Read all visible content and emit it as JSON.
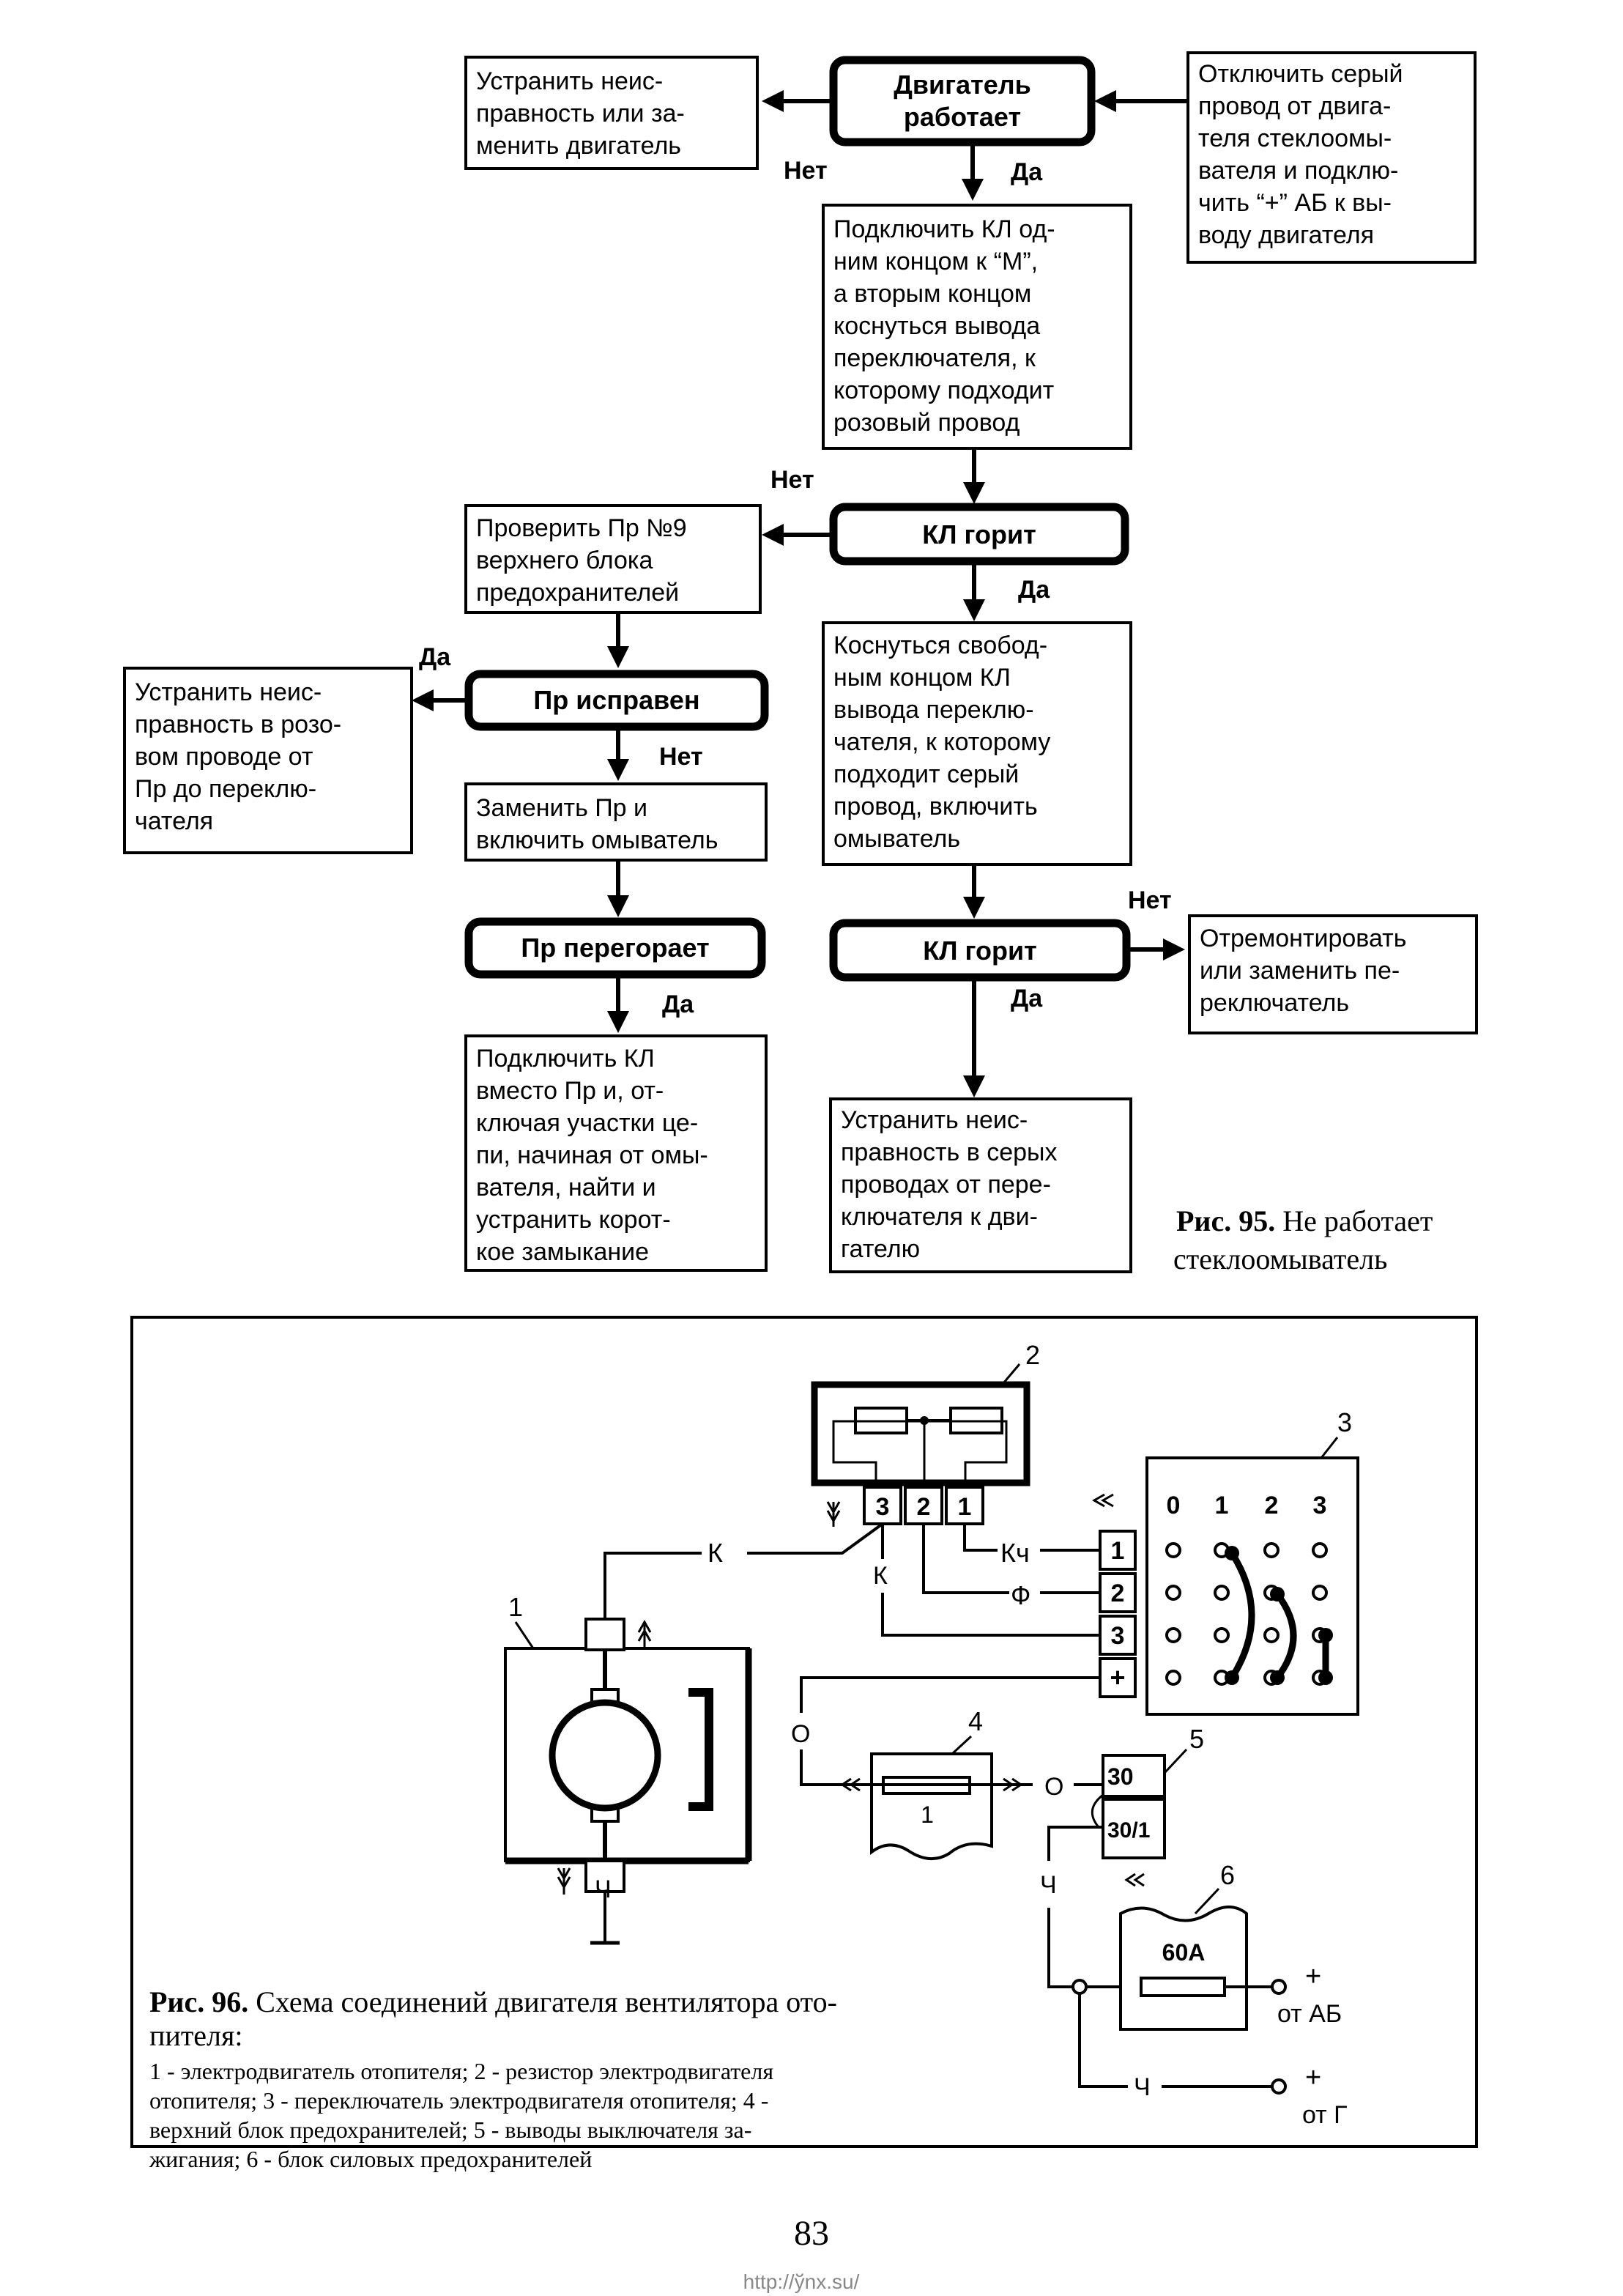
{
  "flowchart": {
    "engine_runs": [
      "Двигатель",
      "работает"
    ],
    "fix_engine": [
      "Устранить неис-",
      "правность или за-",
      "менить двигатель"
    ],
    "disconnect_grey": [
      "Отключить серый",
      "провод от двига-",
      "теля стеклоомы-",
      "вателя и подклю-",
      "чить “+” АБ к вы-",
      "воду двигателя"
    ],
    "connect_kl": [
      "Подключить КЛ од-",
      "ним концом к “М”,",
      "а вторым концом",
      "коснуться вывода",
      "переключателя, к",
      "которому подходит",
      "розовый провод"
    ],
    "kl_lit_1": "КЛ горит",
    "check_fuse": [
      "Проверить Пр №9",
      "верхнего блока",
      "предохранителей"
    ],
    "fuse_ok": "Пр исправен",
    "fix_pink": [
      "Устранить неис-",
      "правность в розо-",
      "вом проводе от",
      "Пр до переклю-",
      "чателя"
    ],
    "replace_fuse": [
      "Заменить Пр и",
      "включить омыватель"
    ],
    "fuse_blows": "Пр перегорает",
    "short_circuit": [
      "Подключить КЛ",
      "вместо Пр и, от-",
      "ключая участки це-",
      "пи, начиная от омы-",
      "вателя, найти и",
      "устранить корот-",
      "кое замыкание"
    ],
    "touch_grey": [
      "Коснуться свобод-",
      "ным концом КЛ",
      "вывода переклю-",
      "чателя, к которому",
      "подходит серый",
      "провод, включить",
      "омыватель"
    ],
    "kl_lit_2": "КЛ горит",
    "repair_switch": [
      "Отремонтировать",
      "или заменить пе-",
      "реключатель"
    ],
    "fix_grey": [
      "Устранить неис-",
      "правность в серых",
      "проводах от пере-",
      "ключателя к дви-",
      "гателю"
    ],
    "yes": "Да",
    "no": "Нет",
    "caption_num": "Рис. 95.",
    "caption_text": [
      " Не работает",
      "стеклоомыватель"
    ]
  },
  "schematic": {
    "labels": {
      "n1": "1",
      "n2": "2",
      "n3": "3",
      "n4": "4",
      "n5": "5",
      "n6": "6",
      "wire_k": "К",
      "wire_kch": "Кч",
      "wire_f": "Ф",
      "wire_o": "О",
      "wire_ch": "Ч",
      "fuse_1": "1",
      "t30": "30",
      "t30_1": "30/1",
      "fuse_60a": "60А",
      "plus": "+",
      "from_ab": "от АБ",
      "from_g": "от Г"
    },
    "resistor_pins": [
      "3",
      "2",
      "1"
    ],
    "switch_positions": [
      "0",
      "1",
      "2",
      "3"
    ],
    "switch_pins": [
      "1",
      "2",
      "3",
      "+"
    ],
    "caption_num": "Рис. 96.",
    "caption_text": [
      " Схема соединений двигателя вентилятора ото-",
      "пителя:"
    ],
    "legend": [
      "1 - электродвигатель отопителя; 2 - резистор электродвигателя",
      "отопителя; 3 - переключатель электродвигателя отопителя; 4 -",
      "верхний блок предохранителей; 5 - выводы выключателя за-",
      "жигания; 6 - блок силовых предохранителей"
    ]
  },
  "page_number": "83",
  "watermark": "http://ўnx.su/"
}
